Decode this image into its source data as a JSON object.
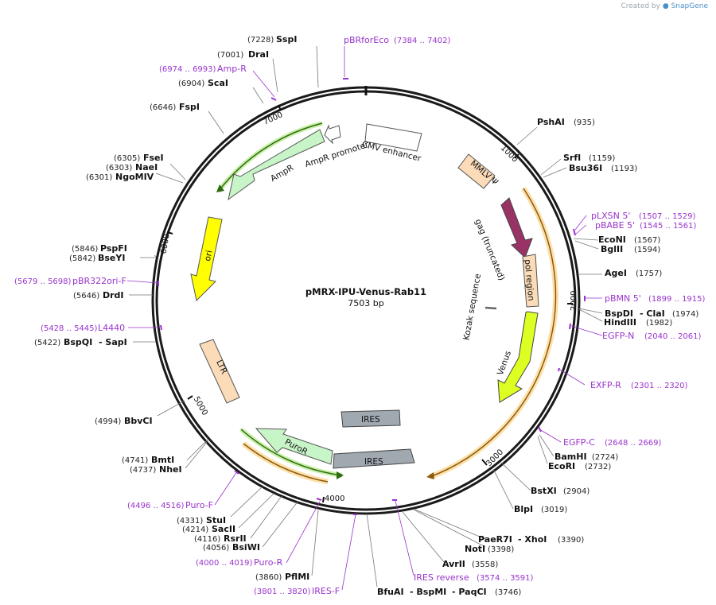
{
  "watermark": {
    "prefix": "Created by",
    "brand": "SnapGene"
  },
  "plasmid": {
    "name": "pMRX-IPU-Venus-Rab11",
    "size_label": "7503 bp"
  },
  "ticks": [
    "1000",
    "2000",
    "3000",
    "4000",
    "5000",
    "6000",
    "7000"
  ],
  "features": {
    "cmv_enhancer": "CMV enhancer",
    "mmlv_psi": "MMLV Ψ",
    "gag": "gag (truncated)",
    "pol": "pol region",
    "kozak": "Kozak sequence",
    "venus": "Venus",
    "ires_inner": "IRES",
    "ires_outer": "IRES",
    "puror": "PuroR",
    "ltr": "LTR",
    "ori": "ori",
    "ampr": "AmpR",
    "ampr_promoter": "AmpR promoter"
  },
  "sites": {
    "psha": {
      "pos": "(935)",
      "name": "PshAI"
    },
    "srfi": {
      "pos": "(1159)",
      "name": "SrfI"
    },
    "bsu36": {
      "pos": "(1193)",
      "name": "Bsu36I"
    },
    "econi": {
      "pos": "(1567)",
      "name": "EcoNI"
    },
    "bglii": {
      "pos": "(1594)",
      "name": "BglII"
    },
    "agei": {
      "pos": "(1757)",
      "name": "AgeI"
    },
    "bspdi": {
      "pos": "(1974)",
      "name": "BspDI",
      "name2": "- ClaI"
    },
    "hind": {
      "pos": "(1982)",
      "name": "HindIII"
    },
    "bamhi": {
      "pos": "(2724)",
      "name": "BamHI"
    },
    "ecori": {
      "pos": "(2732)",
      "name": "EcoRI"
    },
    "bstxi": {
      "pos": "(2904)",
      "name": "BstXI"
    },
    "blpi": {
      "pos": "(3019)",
      "name": "BlpI"
    },
    "paer7i": {
      "pos": "(3390)",
      "name": "PaeR7I",
      "name2": "- XhoI"
    },
    "noti": {
      "pos": "(3398)",
      "name": "NotI"
    },
    "avrii": {
      "pos": "(3558)",
      "name": "AvrII"
    },
    "bfuai": {
      "pos": "(3746)",
      "name": "BfuAI",
      "name2": "- BspMI",
      "name3": "- PaqCI"
    },
    "pflmi": {
      "pos": "(3860)",
      "name": "PflMI"
    },
    "bsiwi": {
      "pos": "(4056)",
      "name": "BsiWI"
    },
    "rsrii": {
      "pos": "(4116)",
      "name": "RsrII"
    },
    "saci": {
      "pos": "(4214)",
      "name": "SacII"
    },
    "stui": {
      "pos": "(4331)",
      "name": "StuI"
    },
    "nhei": {
      "pos": "(4737)",
      "name": "NheI"
    },
    "bmti": {
      "pos": "(4741)",
      "name": "BmtI"
    },
    "bbvci": {
      "pos": "(4994)",
      "name": "BbvCI"
    },
    "bspqi": {
      "pos": "(5422)",
      "name": "BspQI",
      "name2": "- SapI"
    },
    "drdi": {
      "pos": "(5646)",
      "name": "DrdI"
    },
    "bseyi": {
      "pos": "(5842)",
      "name": "BseYI"
    },
    "pspfi": {
      "pos": "(5846)",
      "name": "PspFI"
    },
    "ngomiv": {
      "pos": "(6301)",
      "name": "NgoMIV"
    },
    "naei": {
      "pos": "(6303)",
      "name": "NaeI"
    },
    "fsei": {
      "pos": "(6305)",
      "name": "FseI"
    },
    "fspi": {
      "pos": "(6646)",
      "name": "FspI"
    },
    "scai": {
      "pos": "(6904)",
      "name": "ScaI"
    },
    "drai": {
      "pos": "(7001)",
      "name": "DraI"
    },
    "sspi": {
      "pos": "(7228)",
      "name": "SspI"
    }
  },
  "primers": {
    "pbrforeco": {
      "name": "pBRforEco",
      "pos": "(7384 .. 7402)"
    },
    "ampr_p": {
      "name": "Amp-R",
      "pos": "(6974 .. 6993)"
    },
    "plxsn": {
      "name": "pLXSN 5'",
      "pos": "(1507 .. 1529)"
    },
    "pbabe": {
      "name": "pBABE 5'",
      "pos": "(1545 .. 1561)"
    },
    "pbmn": {
      "name": "pBMN 5'",
      "pos": "(1899 .. 1915)"
    },
    "egfpn": {
      "name": "EGFP-N",
      "pos": "(2040 .. 2061)"
    },
    "exfpr": {
      "name": "EXFP-R",
      "pos": "(2301 .. 2320)"
    },
    "egfpc": {
      "name": "EGFP-C",
      "pos": "(2648 .. 2669)"
    },
    "iresrev": {
      "name": "IRES reverse",
      "pos": "(3574 .. 3591)"
    },
    "iresf": {
      "name": "IRES-F",
      "pos": "(3801 .. 3820)"
    },
    "puror_p": {
      "name": "Puro-R",
      "pos": "(4000 .. 4019)"
    },
    "purof": {
      "name": "Puro-F",
      "pos": "(4496 .. 4516)"
    },
    "l4440": {
      "name": "L4440",
      "pos": "(5428 .. 5445)"
    },
    "pbr322": {
      "name": "pBR322ori-F",
      "pos": "(5679 .. 5698)"
    }
  },
  "colors": {
    "backbone": "#1a1a1a",
    "primer": "#9933cc",
    "orange_track": "#e8a020",
    "green_track": "#4a8f1a",
    "ampr_fill": "#c8f5c8",
    "ori_fill": "#ffff00",
    "ltr_fill": "#fcdcb8",
    "ires_fill": "#a0a8b0",
    "venus_fill": "#ddff22",
    "gag_fill": "#993366",
    "pol_fill": "#fcdcb8"
  }
}
